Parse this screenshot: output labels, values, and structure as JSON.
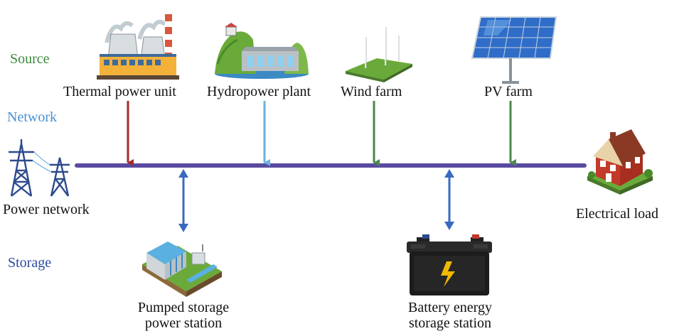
{
  "categories": {
    "source": "Source",
    "network": "Network",
    "storage": "Storage"
  },
  "sources": [
    {
      "label": "Thermal power unit",
      "icon": "thermal-power-plant-icon",
      "arrow_color": "#a52a2a"
    },
    {
      "label": "Hydropower plant",
      "icon": "hydropower-dam-icon",
      "arrow_color": "#6ab0e0"
    },
    {
      "label": "Wind farm",
      "icon": "wind-turbine-icon",
      "arrow_color": "#4a8a4a"
    },
    {
      "label": "PV farm",
      "icon": "solar-panel-icon",
      "arrow_color": "#4a8a4a"
    }
  ],
  "network": {
    "label": "Power network",
    "icon": "transmission-tower-icon",
    "bus_color": "#5a4aa0"
  },
  "load": {
    "label": "Electrical load",
    "icon": "house-icon"
  },
  "storage": [
    {
      "label_line1": "Pumped storage",
      "label_line2": "power station",
      "icon": "pumped-storage-icon"
    },
    {
      "label_line1": "Battery energy",
      "label_line2": "storage station",
      "icon": "battery-icon"
    }
  ],
  "colors": {
    "source_label": "#3a8a3a",
    "network_label": "#4a90d0",
    "storage_label": "#2a4aa0",
    "storage_arrow": "#3a6abf"
  }
}
